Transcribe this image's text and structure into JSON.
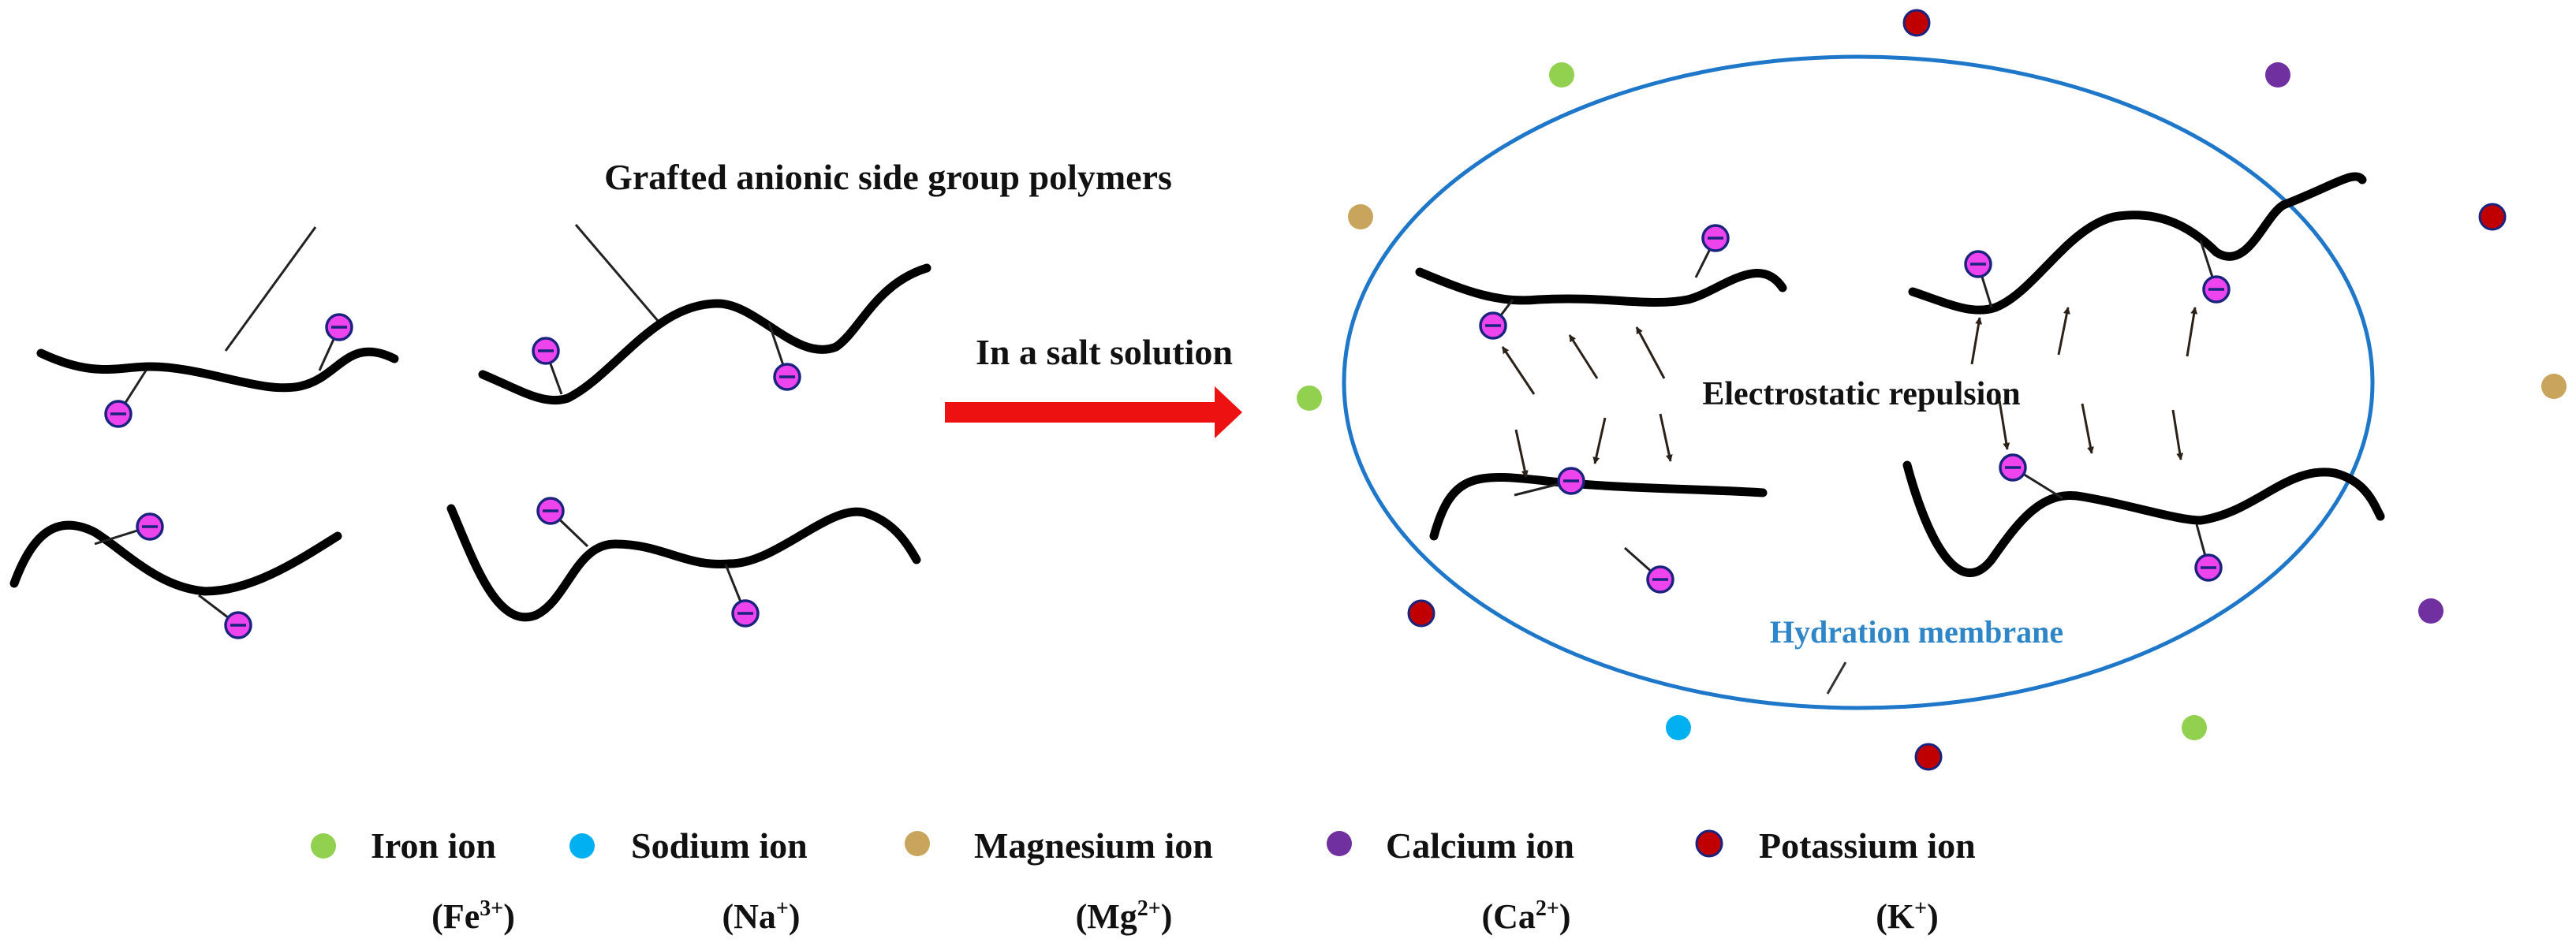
{
  "diagram": {
    "left_label": "Grafted anionic side group polymers",
    "arrow_label": "In a salt solution",
    "repulsion_label": "Electrostatic repulsion",
    "membrane_label": "Hydration membrane"
  },
  "legend": [
    {
      "name": "Iron ion",
      "symbol": "Fe",
      "charge": "3+",
      "color": "#92d050"
    },
    {
      "name": "Sodium ion",
      "symbol": "Na",
      "charge": "+",
      "color": "#00b0f0"
    },
    {
      "name": "Magnesium ion",
      "symbol": "Mg",
      "charge": "2+",
      "color": "#c9a45c"
    },
    {
      "name": "Calcium ion",
      "symbol": "Ca",
      "charge": "2+",
      "color": "#7030a0"
    },
    {
      "name": "Potassium ion",
      "symbol": "K",
      "charge": "+",
      "color": "#c00000"
    }
  ],
  "colors": {
    "membrane": "#1f77c9",
    "arrow": "#ee1111",
    "anion_fill": "#ee44ee",
    "anion_stroke": "#1a237e",
    "chain": "#000000"
  }
}
